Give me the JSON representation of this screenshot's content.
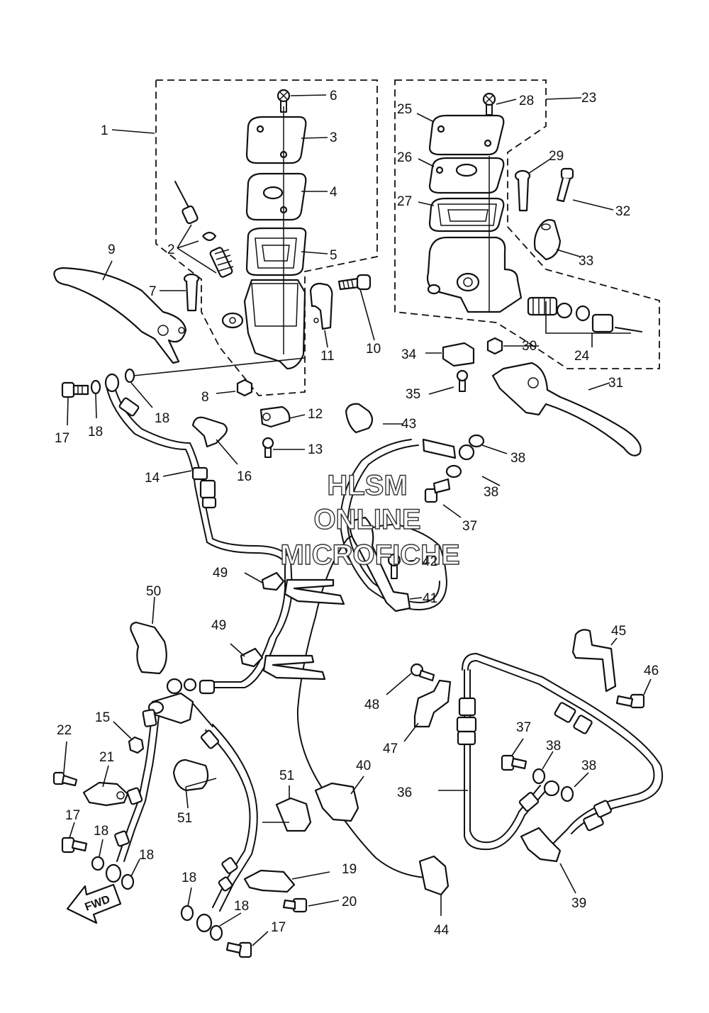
{
  "watermark": {
    "line1": "HLSM",
    "line2": "ONLINE",
    "line3": "MICROFICHE"
  },
  "direction_label": "FWD",
  "callouts": [
    {
      "id": "1",
      "text": "1"
    },
    {
      "id": "2",
      "text": "2"
    },
    {
      "id": "3",
      "text": "3"
    },
    {
      "id": "4",
      "text": "4"
    },
    {
      "id": "5",
      "text": "5"
    },
    {
      "id": "6",
      "text": "6"
    },
    {
      "id": "7",
      "text": "7"
    },
    {
      "id": "8",
      "text": "8"
    },
    {
      "id": "9",
      "text": "9"
    },
    {
      "id": "10",
      "text": "10"
    },
    {
      "id": "11",
      "text": "11"
    },
    {
      "id": "12",
      "text": "12"
    },
    {
      "id": "13",
      "text": "13"
    },
    {
      "id": "14",
      "text": "14"
    },
    {
      "id": "15",
      "text": "15"
    },
    {
      "id": "16",
      "text": "16"
    },
    {
      "id": "17a",
      "text": "17"
    },
    {
      "id": "17b",
      "text": "17"
    },
    {
      "id": "17c",
      "text": "17"
    },
    {
      "id": "18a",
      "text": "18"
    },
    {
      "id": "18b",
      "text": "18"
    },
    {
      "id": "18c",
      "text": "18"
    },
    {
      "id": "18d",
      "text": "18"
    },
    {
      "id": "18e",
      "text": "18"
    },
    {
      "id": "18f",
      "text": "18"
    },
    {
      "id": "19",
      "text": "19"
    },
    {
      "id": "20",
      "text": "20"
    },
    {
      "id": "21",
      "text": "21"
    },
    {
      "id": "22",
      "text": "22"
    },
    {
      "id": "23",
      "text": "23"
    },
    {
      "id": "24",
      "text": "24"
    },
    {
      "id": "25",
      "text": "25"
    },
    {
      "id": "26",
      "text": "26"
    },
    {
      "id": "27",
      "text": "27"
    },
    {
      "id": "28",
      "text": "28"
    },
    {
      "id": "29",
      "text": "29"
    },
    {
      "id": "30",
      "text": "30"
    },
    {
      "id": "31",
      "text": "31"
    },
    {
      "id": "32",
      "text": "32"
    },
    {
      "id": "33",
      "text": "33"
    },
    {
      "id": "34",
      "text": "34"
    },
    {
      "id": "35",
      "text": "35"
    },
    {
      "id": "36",
      "text": "36"
    },
    {
      "id": "37a",
      "text": "37"
    },
    {
      "id": "37b",
      "text": "37"
    },
    {
      "id": "38a",
      "text": "38"
    },
    {
      "id": "38b",
      "text": "38"
    },
    {
      "id": "38c",
      "text": "38"
    },
    {
      "id": "38d",
      "text": "38"
    },
    {
      "id": "39",
      "text": "39"
    },
    {
      "id": "40",
      "text": "40"
    },
    {
      "id": "41",
      "text": "41"
    },
    {
      "id": "42",
      "text": "42"
    },
    {
      "id": "43",
      "text": "43"
    },
    {
      "id": "44",
      "text": "44"
    },
    {
      "id": "45",
      "text": "45"
    },
    {
      "id": "46",
      "text": "46"
    },
    {
      "id": "47",
      "text": "47"
    },
    {
      "id": "48",
      "text": "48"
    },
    {
      "id": "49a",
      "text": "49"
    },
    {
      "id": "49b",
      "text": "49"
    },
    {
      "id": "50",
      "text": "50"
    },
    {
      "id": "51a",
      "text": "51"
    },
    {
      "id": "51b",
      "text": "51"
    }
  ]
}
